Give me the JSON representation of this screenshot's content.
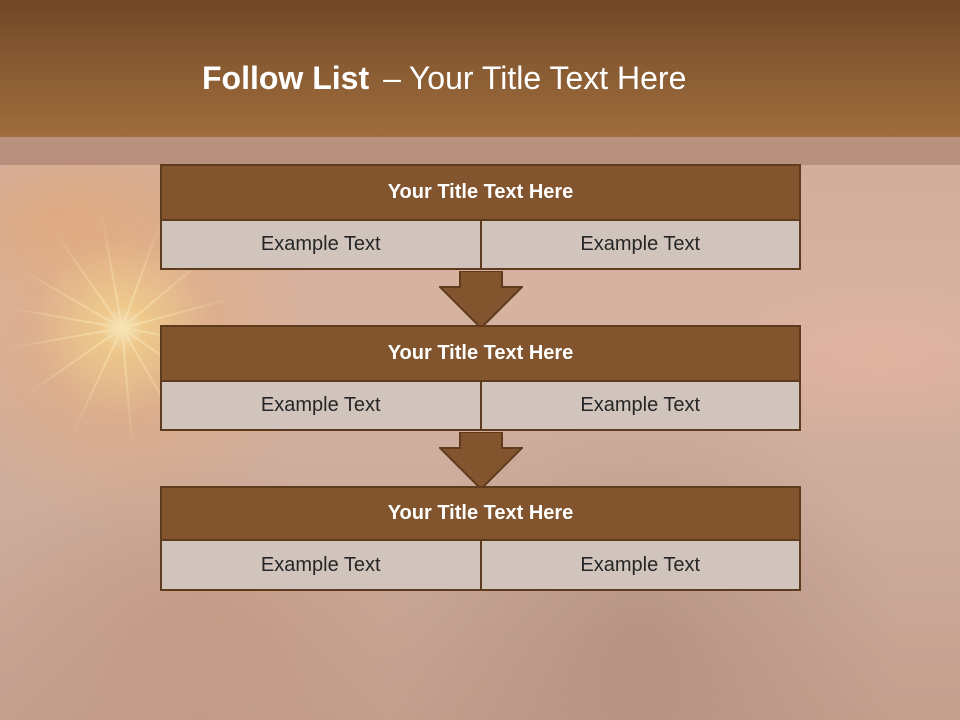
{
  "slide": {
    "title_bold": "Follow List",
    "title_separator": "–",
    "title_rest": "Your Title Text Here"
  },
  "colors": {
    "header": "#875a32",
    "block_title_fill": "#82552f",
    "block_border": "#5e3b1d",
    "cell_fill": "#d1c4bc",
    "arrow_fill": "#82552f"
  },
  "steps": [
    {
      "title": "Your Title Text Here",
      "left": "Example Text",
      "right": "Example Text"
    },
    {
      "title": "Your Title Text Here",
      "left": "Example Text",
      "right": "Example Text"
    },
    {
      "title": "Your Title Text Here",
      "left": "Example Text",
      "right": "Example Text"
    }
  ],
  "connectors": [
    "down-arrow-icon",
    "down-arrow-icon"
  ]
}
